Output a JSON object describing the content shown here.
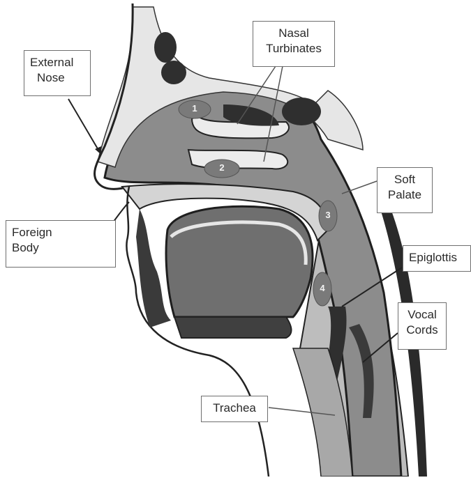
{
  "labels": {
    "external_nose": [
      "External",
      "Nose"
    ],
    "nasal_turbinates": [
      "Nasal",
      "Turbinates"
    ],
    "soft_palate": [
      "Soft",
      "Palate"
    ],
    "foreign_body": [
      "Foreign",
      "Body"
    ],
    "epiglottis": [
      "Epiglottis"
    ],
    "vocal_cords": [
      "Vocal",
      "Cords"
    ],
    "trachea": [
      "Trachea"
    ]
  },
  "markers": [
    "1",
    "2",
    "3",
    "4"
  ],
  "colors": {
    "airway_fill": "#8c8c8c",
    "tissue_fill": "#d9d9d9",
    "dark_tissue": "#2f2f2f",
    "tongue_fill": "#6f6f6f",
    "marker_fill": "#7a7a7a",
    "foreign_body": "#8e8e8e"
  }
}
